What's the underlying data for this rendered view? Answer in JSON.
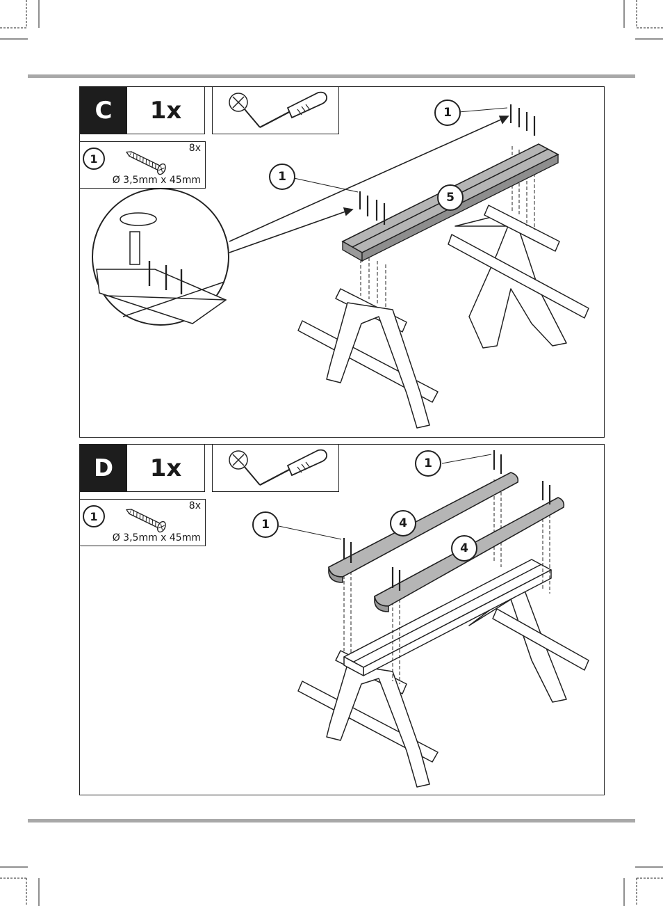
{
  "steps": [
    {
      "letter": "C",
      "quantity": "1x",
      "part": {
        "number": "1",
        "count": "8x",
        "dimension": "Ø 3,5mm x 45mm"
      },
      "callouts": [
        "1",
        "1",
        "5"
      ],
      "tool_icons": [
        "no-power-tool-icon",
        "screwdriver-icon"
      ]
    },
    {
      "letter": "D",
      "quantity": "1x",
      "part": {
        "number": "1",
        "count": "8x",
        "dimension": "Ø 3,5mm x 45mm"
      },
      "callouts": [
        "1",
        "1",
        "4",
        "4"
      ],
      "tool_icons": [
        "no-power-tool-icon",
        "screwdriver-icon"
      ]
    }
  ],
  "colors": {
    "rule": "#a8a8a8",
    "board_fill": "#b5b5b5",
    "ink": "#1d1d1d"
  }
}
